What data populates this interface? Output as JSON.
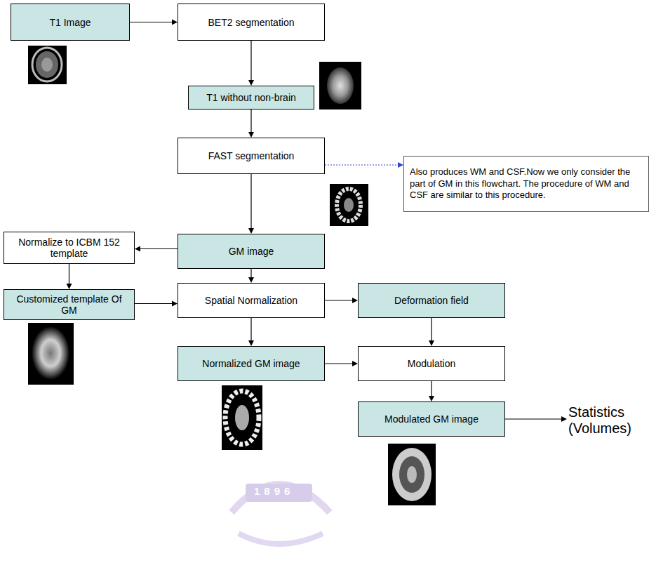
{
  "diagram": {
    "nodes": [
      {
        "text": [
          "T1 Image"
        ]
      },
      {
        "text": [
          "BET2 segmentation"
        ]
      },
      {
        "text": [
          "T1 without non-brain"
        ]
      },
      {
        "text": [
          "FAST segmentation"
        ]
      },
      {
        "text": [
          "Also produces WM and CSF.Now we only consider the part of GM in this flowchart. The procedure of WM and CSF are similar to this procedure."
        ]
      },
      {
        "text": [
          "GM image"
        ]
      },
      {
        "text": [
          "Normalize to ICBM 152 template"
        ]
      },
      {
        "text": [
          "Customized template Of GM"
        ]
      },
      {
        "text": [
          "Spatial Normalization"
        ]
      },
      {
        "text": [
          "Deformation field"
        ]
      },
      {
        "text": [
          "Normalized GM image"
        ]
      },
      {
        "text": [
          "Modulation"
        ]
      },
      {
        "text": [
          "Modulated GM image"
        ]
      },
      {
        "text": [
          "Statistics (Volumes)"
        ]
      }
    ],
    "edges": [
      {
        "from": 0,
        "to": 1,
        "arrow": "to"
      },
      {
        "from": 1,
        "to": 2,
        "arrow": "to"
      },
      {
        "from": 2,
        "to": 3,
        "arrow": "to"
      },
      {
        "from": 3,
        "to": 4,
        "arrow": "to"
      },
      {
        "from": 3,
        "to": 5,
        "arrow": "to"
      },
      {
        "from": 5,
        "to": 6,
        "arrow": "to"
      },
      {
        "from": 6,
        "to": 7,
        "arrow": "to"
      },
      {
        "from": 7,
        "to": 8,
        "arrow": "to"
      },
      {
        "from": 5,
        "to": 8,
        "arrow": "to"
      },
      {
        "from": 8,
        "to": 9,
        "arrow": "to"
      },
      {
        "from": 8,
        "to": 10,
        "arrow": "to"
      },
      {
        "from": 10,
        "to": 11,
        "arrow": "to"
      },
      {
        "from": 9,
        "to": 11,
        "arrow": "to"
      },
      {
        "from": 11,
        "to": 12,
        "arrow": "to"
      },
      {
        "from": 12,
        "to": 13,
        "arrow": "to"
      }
    ],
    "labels": [
      "1896"
    ]
  }
}
